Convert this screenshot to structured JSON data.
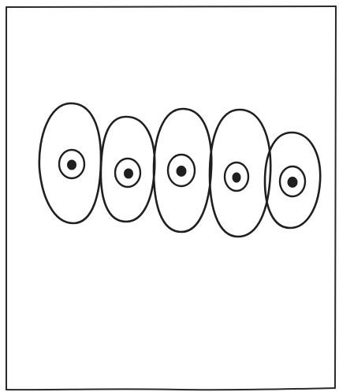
{
  "colors": {
    "page": "#ffffff",
    "ink": "#1f1f1f",
    "frame": "#2a2a2a"
  },
  "drawing": {
    "cell_count": 5,
    "cells": [
      {
        "shape": "cell-outline",
        "has_nucleus": true,
        "nucleus_style": "ring-with-dot"
      },
      {
        "shape": "cell-outline",
        "has_nucleus": true,
        "nucleus_style": "ring-with-dot"
      },
      {
        "shape": "cell-outline",
        "has_nucleus": true,
        "nucleus_style": "ring-with-dot"
      },
      {
        "shape": "cell-outline",
        "has_nucleus": true,
        "nucleus_style": "ring-with-dot"
      },
      {
        "shape": "cell-outline",
        "has_nucleus": true,
        "nucleus_style": "ring-with-dot"
      }
    ]
  }
}
